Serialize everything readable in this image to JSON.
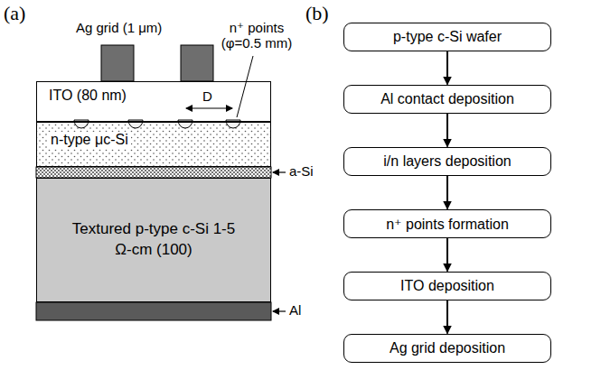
{
  "diagram": {
    "nodes": [
      {
        "text": [
          "ITO (80 nm)"
        ]
      },
      {
        "text": [
          "n-type μc-Si"
        ]
      },
      {
        "text": [
          "Textured p-type c-Si 1-5 Ω-cm (100)"
        ]
      },
      {
        "text": [
          "p-type c-Si wafer"
        ]
      },
      {
        "text": [
          "Al contact deposition"
        ]
      },
      {
        "text": [
          "i/n layers deposition"
        ]
      },
      {
        "text": [
          "n⁺ points formation"
        ]
      },
      {
        "text": [
          "ITO deposition"
        ]
      },
      {
        "text": [
          "Ag grid deposition"
        ]
      }
    ],
    "edges": [
      {
        "from": 3,
        "to": 4,
        "arrow": "to"
      },
      {
        "from": 4,
        "to": 5,
        "arrow": "to"
      },
      {
        "from": 5,
        "to": 6,
        "arrow": "to"
      },
      {
        "from": 6,
        "to": 7,
        "arrow": "to"
      },
      {
        "from": 7,
        "to": 8,
        "arrow": "to"
      }
    ],
    "labels": [
      "(a)",
      "(b)",
      "Ag grid (1 μm)",
      "D",
      "n⁺ points (φ=0.5 mm)",
      "a-Si",
      "Al"
    ]
  }
}
